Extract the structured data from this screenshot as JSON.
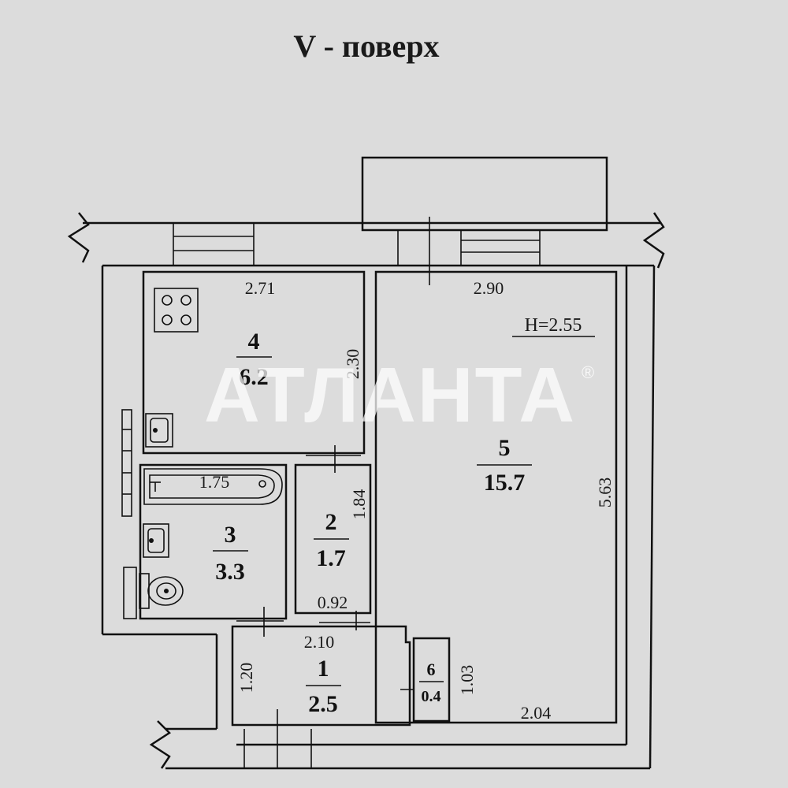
{
  "title": "V - поверх",
  "ceiling_height": "H=2.55",
  "watermark": {
    "text": "АТЛАНТА",
    "mark": "®"
  },
  "rooms": [
    {
      "number": "1",
      "area": "2.5"
    },
    {
      "number": "2",
      "area": "1.7"
    },
    {
      "number": "3",
      "area": "3.3"
    },
    {
      "number": "4",
      "area": "6.2"
    },
    {
      "number": "5",
      "area": "15.7"
    },
    {
      "number": "6",
      "area": "0.4"
    }
  ],
  "dimensions": {
    "kitchen_width": "2.71",
    "kitchen_depth": "2.30",
    "room_width": "2.90",
    "room_depth": "5.63",
    "room_bottom_width": "2.04",
    "bath_width": "1.75",
    "storage_depth": "1.84",
    "storage_bottom": "0.92",
    "hall_width": "2.10",
    "hall_depth": "1.20",
    "closet_depth": "1.03"
  },
  "fixtures": [
    "stove-icon",
    "sink-icon",
    "bathtub-icon",
    "washbasin-icon",
    "toilet-icon"
  ]
}
